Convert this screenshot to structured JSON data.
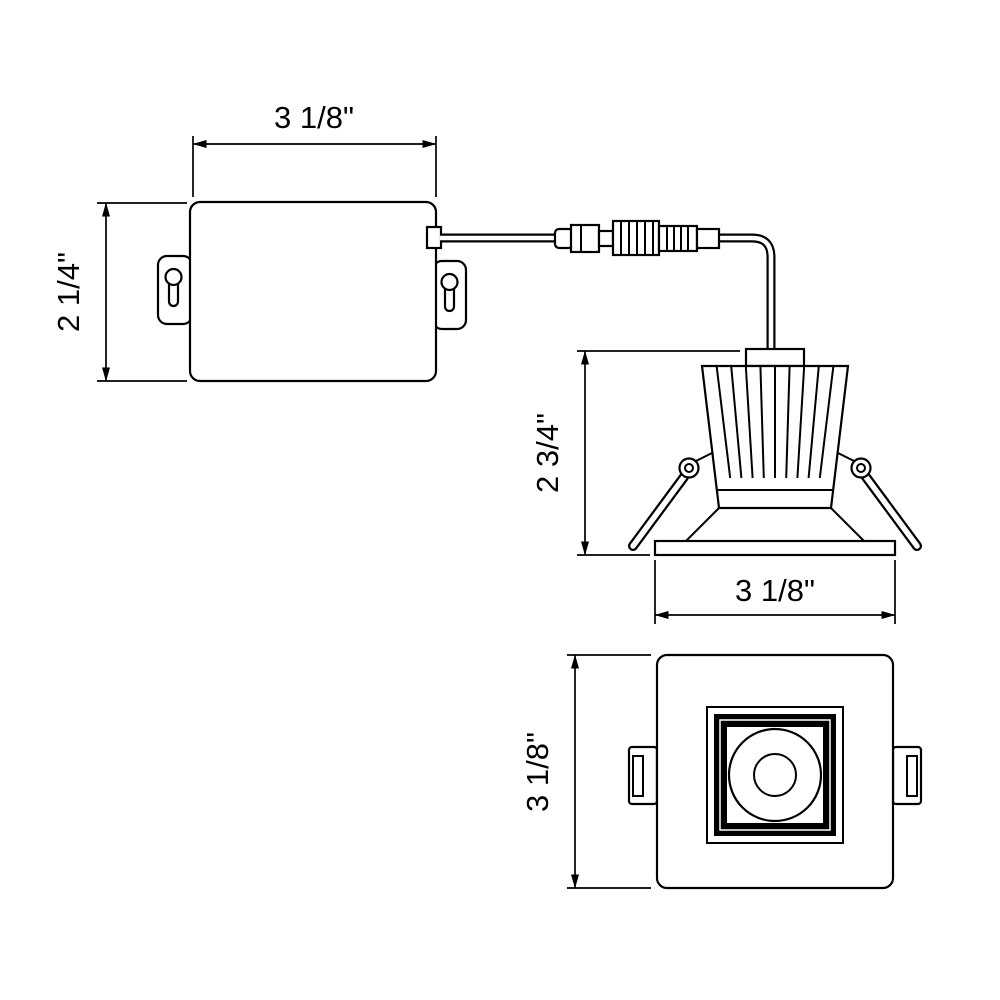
{
  "diagram": {
    "colors": {
      "line": "#000000",
      "background": "#ffffff"
    },
    "dims": {
      "driver_width": "3 1/8\"",
      "driver_height": "2 1/4\"",
      "fixture_height": "2 3/4\"",
      "fixture_width": "3 1/8\"",
      "faceplate_height": "3 1/8\""
    }
  }
}
